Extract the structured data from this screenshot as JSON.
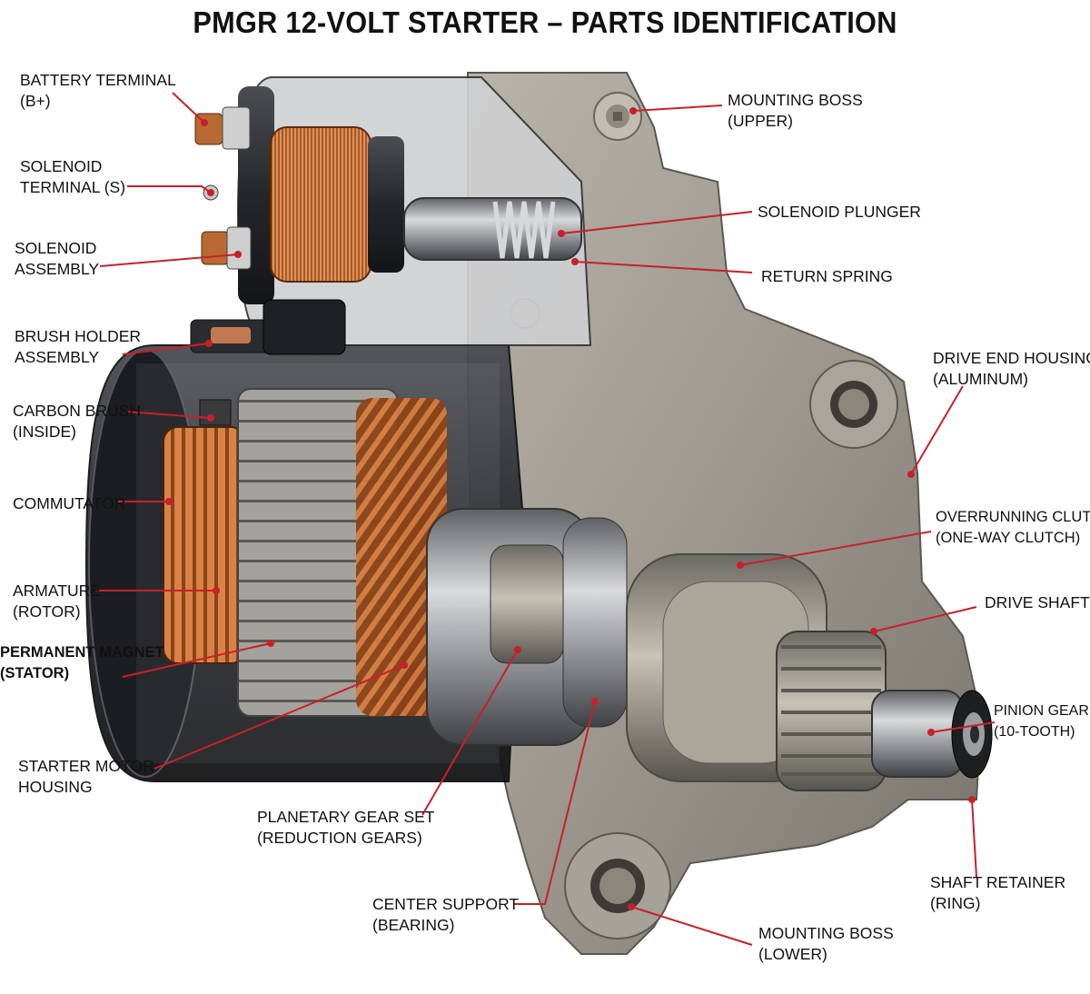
{
  "title": "PMGR 12-VOLT STARTER – PARTS IDENTIFICATION",
  "labels": {
    "battery_terminal": {
      "line1": "BATTERY TERMINAL",
      "line2": "(B+)"
    },
    "solenoid_terminal": {
      "line1": "SOLENOID",
      "line2": "TERMINAL (S)"
    },
    "solenoid_assembly": {
      "line1": "SOLENOID",
      "line2": "ASSEMBLY"
    },
    "brush_holder": {
      "line1": "BRUSH HOLDER",
      "line2": "ASSEMBLY"
    },
    "carbon_brush": {
      "line1": "CARBON BRUSH",
      "line2": "(INSIDE)"
    },
    "commutator": {
      "line1": "COMMUTATOR"
    },
    "armature": {
      "line1": "ARMATURE",
      "line2": "(ROTOR)"
    },
    "permanent_magnet": {
      "line1": "PERMANENT MAGNET",
      "line2": "(STATOR)"
    },
    "starter_housing": {
      "line1": "STARTER MOTOR",
      "line2": "HOUSING"
    },
    "planetary_gear": {
      "line1": "PLANETARY GEAR SET",
      "line2": "(REDUCTION GEARS)"
    },
    "center_support": {
      "line1": "CENTER SUPPORT",
      "line2": "(BEARING)"
    },
    "mounting_boss_lower": {
      "line1": "MOUNTING BOSS",
      "line2": "(LOWER)"
    },
    "shaft_retainer": {
      "line1": "SHAFT RETAINER",
      "line2": "(RING)"
    },
    "pinion_gear": {
      "line1": "PINION GEAR",
      "line2": "(10-TOOTH)"
    },
    "drive_shaft": {
      "line1": "DRIVE SHAFT"
    },
    "overrunning_clutch": {
      "line1": "OVERRUNNING CLUTCH",
      "line2": "(ONE-WAY CLUTCH)"
    },
    "drive_end_housing": {
      "line1": "DRIVE END HOUSING",
      "line2": "(ALUMINUM)"
    },
    "return_spring": {
      "line1": "RETURN SPRING"
    },
    "solenoid_plunger": {
      "line1": "SOLENOID PLUNGER"
    },
    "mounting_boss_upper": {
      "line1": "MOUNTING BOSS",
      "line2": "(UPPER)"
    }
  },
  "colors": {
    "leader_line": "#c8202a",
    "copper": "#b8642c",
    "aluminum": "#9a958d",
    "steel": "#8a8c90",
    "housing_dark": "#2a2c30"
  }
}
